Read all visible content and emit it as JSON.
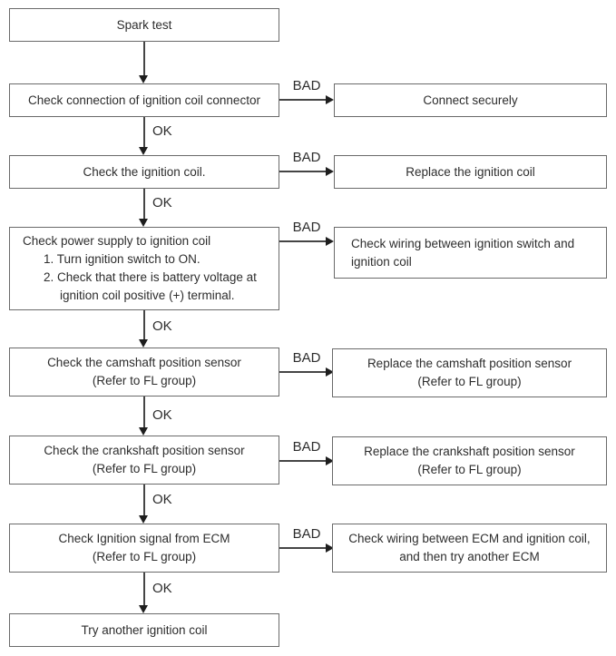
{
  "labels": {
    "ok": "OK",
    "bad": "BAD"
  },
  "colors": {
    "background": "#ffffff",
    "box_border": "#6a6a6a",
    "text": "#2d2d2d",
    "arrow": "#454545"
  },
  "nodes": {
    "spark_test": "Spark test",
    "check_connection": "Check connection of ignition coil connector",
    "connect_securely": "Connect securely",
    "check_ignition_coil": "Check the ignition coil.",
    "replace_ignition_coil": "Replace the ignition coil",
    "power_supply": {
      "line1": "Check power supply to ignition coil",
      "line2": "1. Turn ignition switch to ON.",
      "line3": "2. Check that there is battery voltage at",
      "line4": "ignition coil positive (+) terminal."
    },
    "wiring_switch": {
      "line1": "Check wiring between ignition switch and",
      "line2": "ignition coil"
    },
    "camshaft": {
      "line1": "Check the camshaft position sensor",
      "line2": "(Refer to FL group)"
    },
    "replace_camshaft": {
      "line1": "Replace the camshaft position sensor",
      "line2": "(Refer to FL group)"
    },
    "crankshaft": {
      "line1": "Check the crankshaft position sensor",
      "line2": "(Refer to FL group)"
    },
    "replace_crankshaft": {
      "line1": "Replace the crankshaft position sensor",
      "line2": "(Refer to FL group)"
    },
    "ecm": {
      "line1": "Check Ignition signal from ECM",
      "line2": "(Refer to FL group)"
    },
    "wiring_ecm": {
      "line1": "Check wiring between ECM and ignition coil,",
      "line2": "and then try another ECM"
    },
    "try_another": "Try another ignition coil"
  }
}
